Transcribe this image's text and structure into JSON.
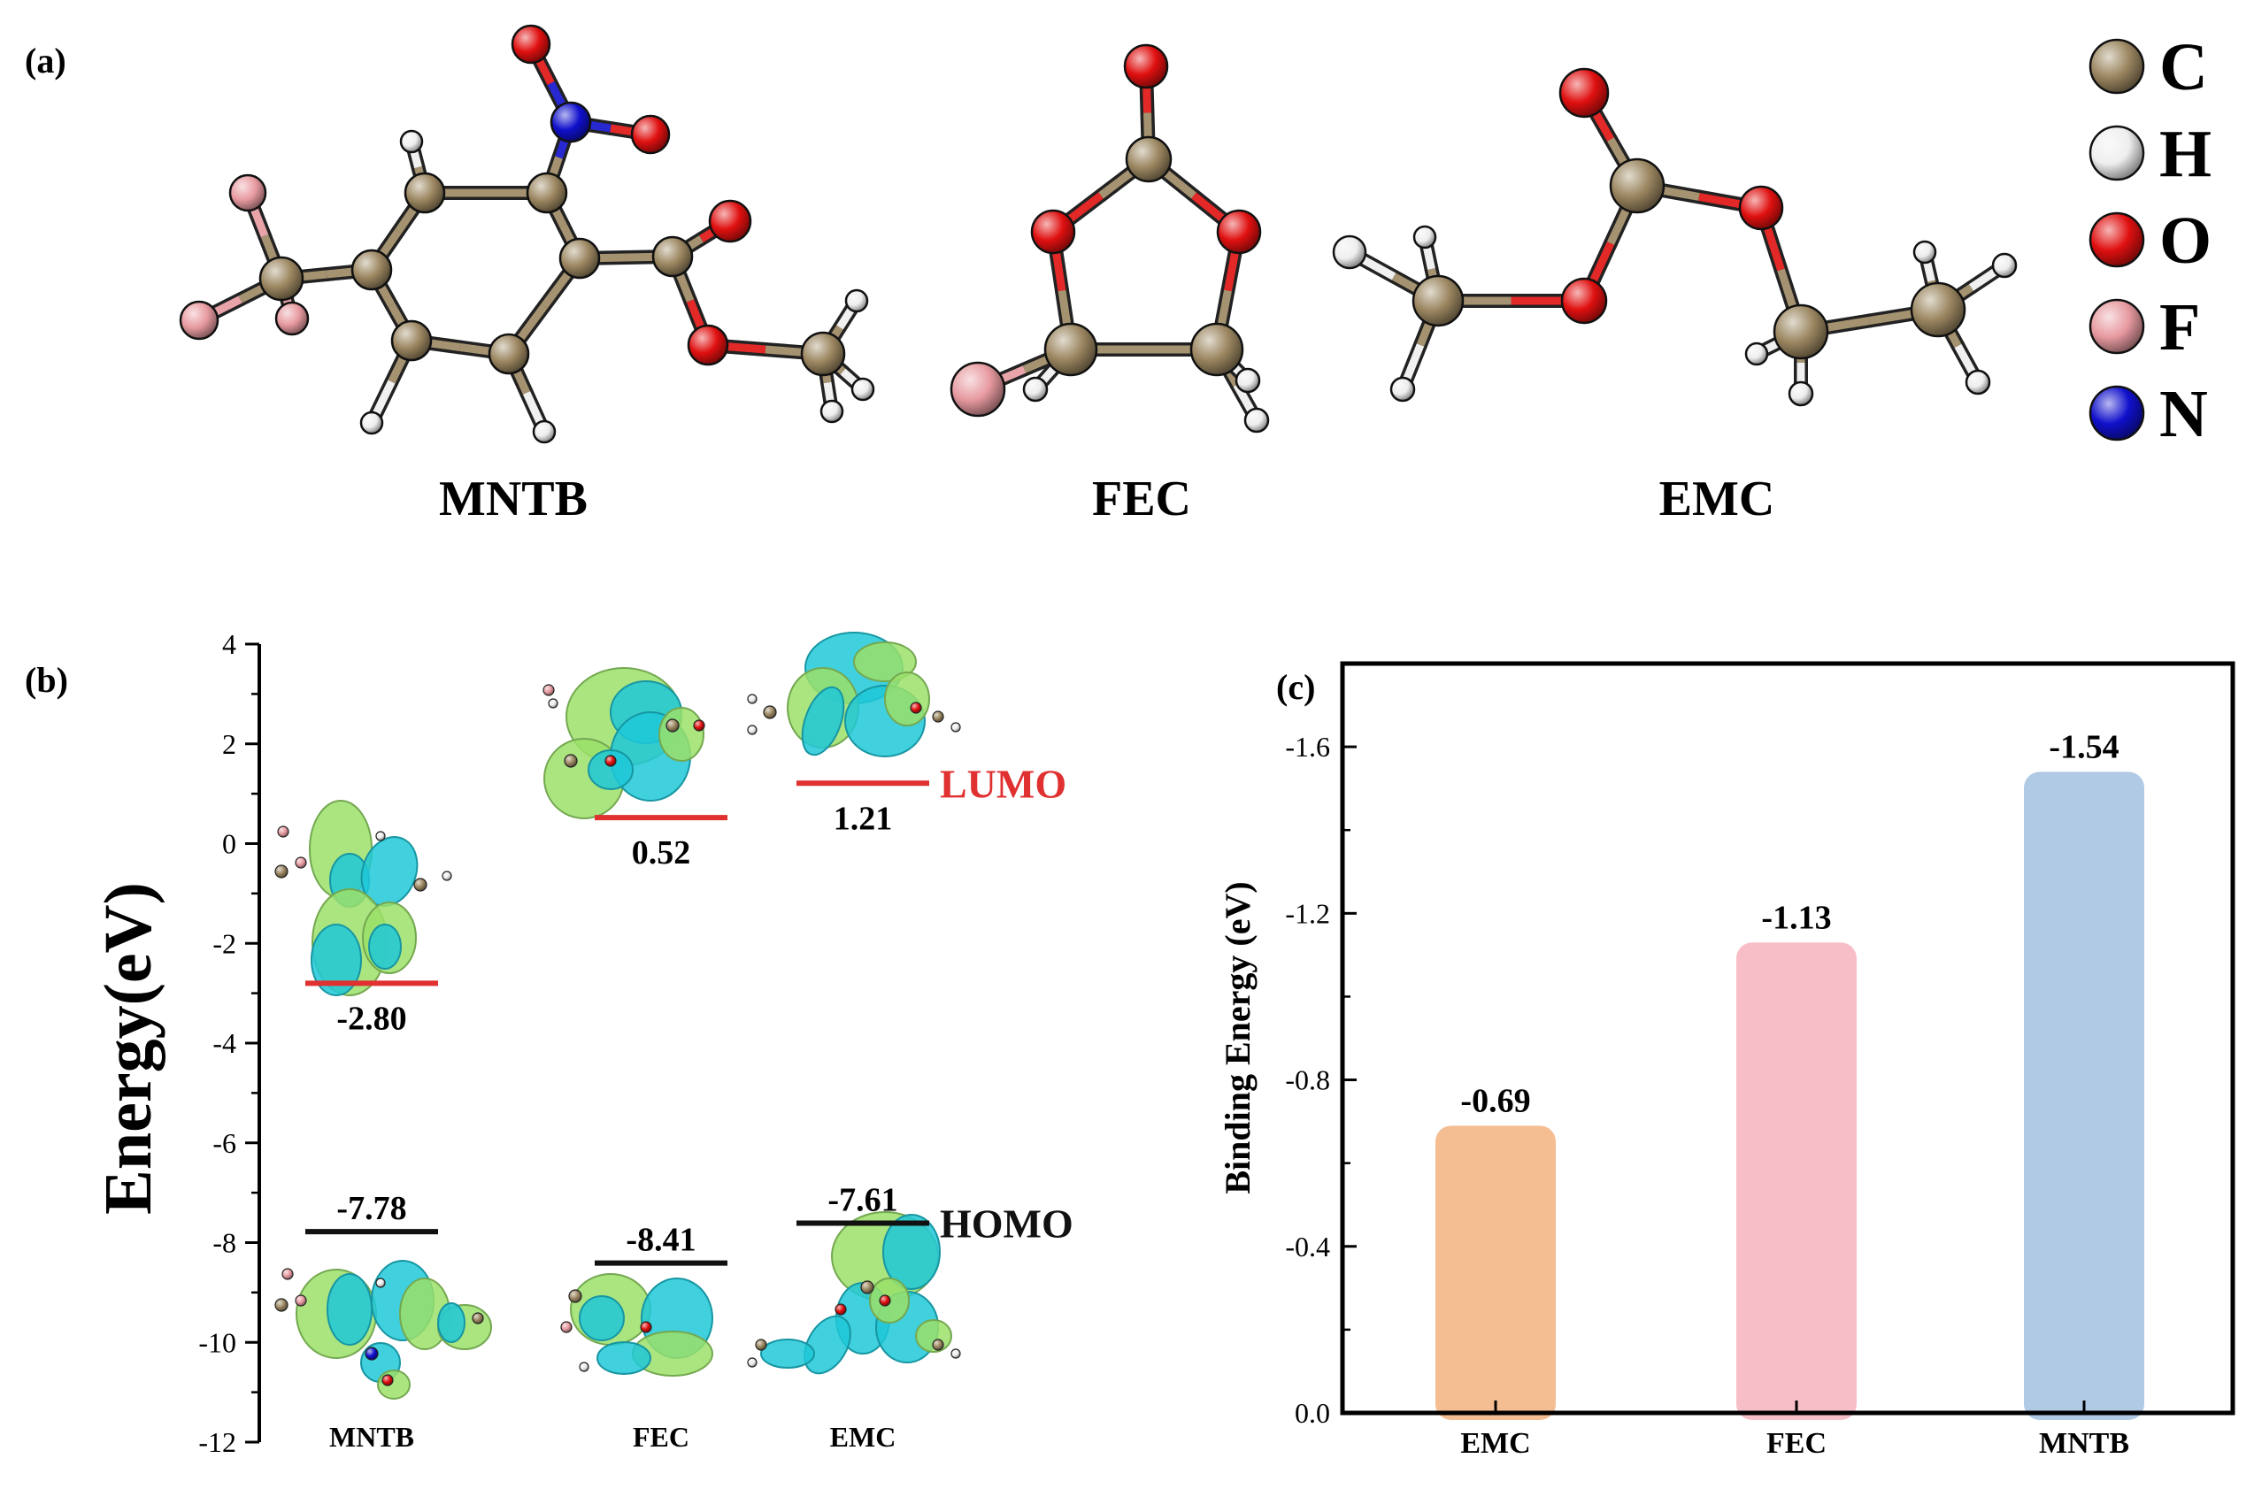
{
  "panel_labels": {
    "a": "(a)",
    "b": "(b)",
    "c": "(c)"
  },
  "molecules": {
    "mntb": "MNTB",
    "fec": "FEC",
    "emc": "EMC"
  },
  "legend": [
    {
      "symbol": "C",
      "color": "#9b8660"
    },
    {
      "symbol": "H",
      "color": "#eeeeee"
    },
    {
      "symbol": "O",
      "color": "#e01010"
    },
    {
      "symbol": "F",
      "color": "#e79aa0"
    },
    {
      "symbol": "N",
      "color": "#1010cc"
    }
  ],
  "atom_colors": {
    "C": "#9b8660",
    "H": "#eeeeee",
    "O": "#e01010",
    "F": "#e79aa0",
    "N": "#1010cc"
  },
  "orbital_colors": {
    "positive": "#9be06a",
    "negative": "#1ec8d8"
  },
  "chart_data": [
    {
      "type": "scatter",
      "panel": "b",
      "ylabel": "Energy(eV)",
      "ylim": [
        -12,
        4
      ],
      "yticks": [
        4,
        2,
        0,
        -2,
        -4,
        -6,
        -8,
        -10,
        -12
      ],
      "categories": [
        "MNTB",
        "FEC",
        "EMC"
      ],
      "level_labels": {
        "lumo": "LUMO",
        "homo": "HOMO"
      },
      "series": [
        {
          "name": "LUMO",
          "color": "#e03030",
          "values": [
            -2.8,
            0.52,
            1.21
          ],
          "labels": [
            "-2.80",
            "0.52",
            "1.21"
          ]
        },
        {
          "name": "HOMO",
          "color": "#111111",
          "values": [
            -7.78,
            -8.41,
            -7.61
          ],
          "labels": [
            "-7.78",
            "-8.41",
            "-7.61"
          ]
        }
      ]
    },
    {
      "type": "bar",
      "panel": "c",
      "ylabel": "Binding Energy  (eV)",
      "ylim": [
        0,
        -1.8
      ],
      "yticks": [
        0,
        -0.4,
        -0.8,
        -1.2,
        -1.6
      ],
      "ytick_labels": [
        "0.0",
        "-0.4",
        "-0.8",
        "-1.2",
        "-1.6"
      ],
      "categories": [
        "EMC",
        "FEC",
        "MNTB"
      ],
      "values": [
        -0.69,
        -1.13,
        -1.54
      ],
      "labels": [
        "-0.69",
        "-1.13",
        "-1.54"
      ],
      "colors": [
        "#f5bd92",
        "#f7bec7",
        "#b0c9e4"
      ]
    }
  ]
}
